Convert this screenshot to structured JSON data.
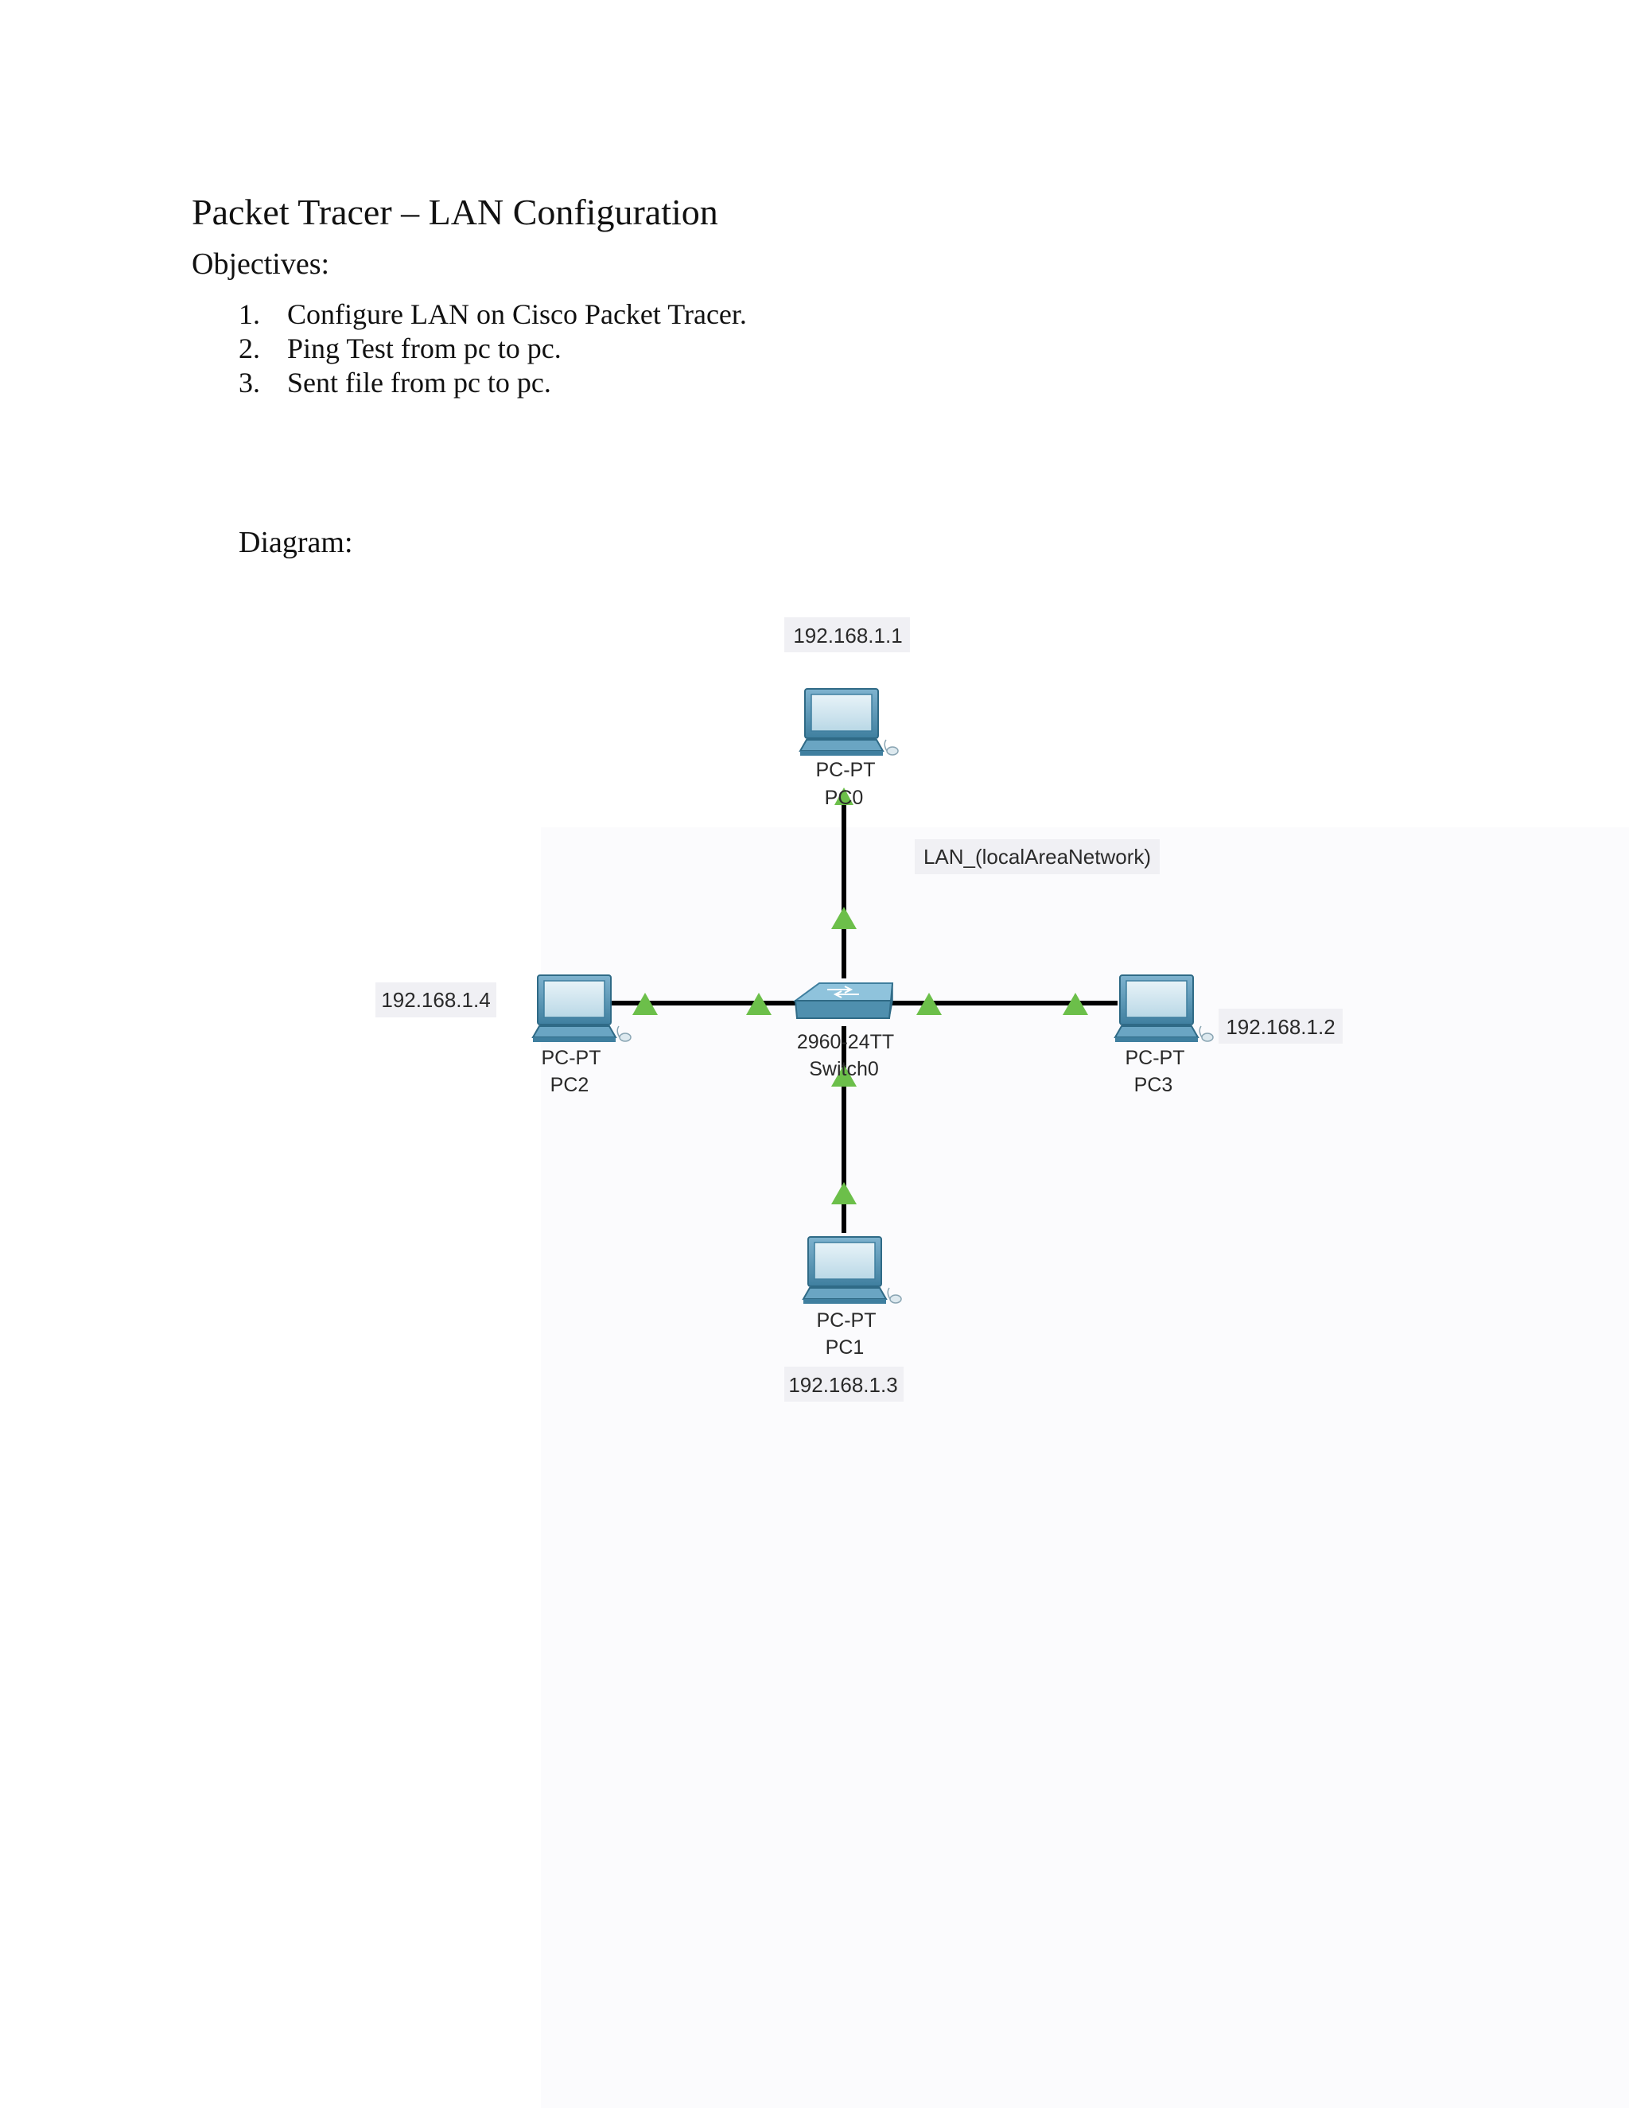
{
  "document": {
    "title": "Packet Tracer – LAN Configuration",
    "objectives_heading": "Objectives:",
    "objectives": [
      {
        "number": "1.",
        "text": "Configure LAN on Cisco Packet Tracer."
      },
      {
        "number": "2.",
        "text": "Ping Test from pc to pc."
      },
      {
        "number": "3.",
        "text": "Sent file from pc to pc."
      }
    ],
    "diagram_heading": "Diagram:"
  },
  "diagram": {
    "network_label": "LAN_(localAreaNetwork)",
    "switch": {
      "model": "2960-24TT",
      "name": "Switch0"
    },
    "pcs": [
      {
        "id": "pc0",
        "model": "PC-PT",
        "name": "PC0",
        "ip": "192.168.1.1"
      },
      {
        "id": "pc1",
        "model": "PC-PT",
        "name": "PC1",
        "ip": "192.168.1.3"
      },
      {
        "id": "pc2",
        "model": "PC-PT",
        "name": "PC2",
        "ip": "192.168.1.4"
      },
      {
        "id": "pc3",
        "model": "PC-PT",
        "name": "PC3",
        "ip": "192.168.1.2"
      }
    ],
    "colors": {
      "link": "#000000",
      "link_status_up": "#6cbf4a",
      "device_blue": "#5b9bbd",
      "label_bg": "#f0f0f4"
    }
  }
}
